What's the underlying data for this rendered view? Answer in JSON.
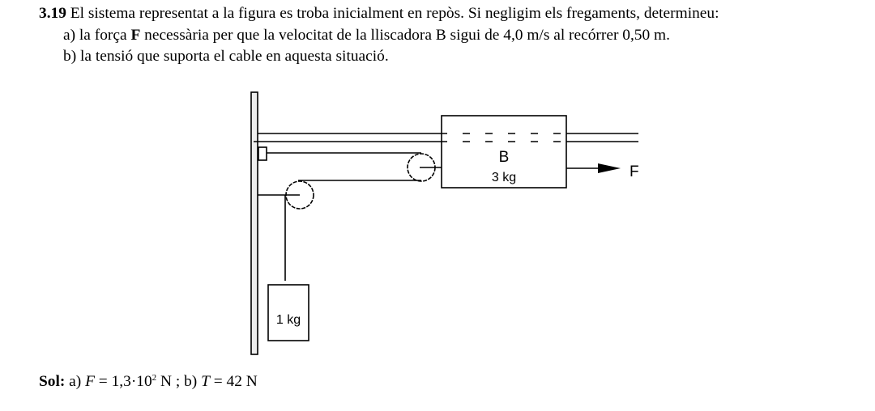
{
  "problem": {
    "number": "3.19",
    "statement": " El sistema representat a la figura es troba inicialment en repòs. Si negligim els fregaments, determineu:",
    "part_a_prefix": "a) la força ",
    "part_a_bold": "F",
    "part_a_suffix": " necessària per que la velocitat de la lliscadora B sigui de 4,0 m/s al recórrer 0,50 m.",
    "part_b": "b) la tensió que suporta el cable en aquesta situació."
  },
  "figure": {
    "slider_label": "B",
    "slider_mass": "3 kg",
    "hanging_mass": "1 kg",
    "force_label": "F"
  },
  "solution": {
    "label": "Sol:",
    "a_prefix": " a) ",
    "a_var": "F",
    "a_eq": " = 1,3·10",
    "a_exp": "2",
    "a_unit": " N ; b) ",
    "b_var": "T",
    "b_eq": " = 42 N"
  }
}
